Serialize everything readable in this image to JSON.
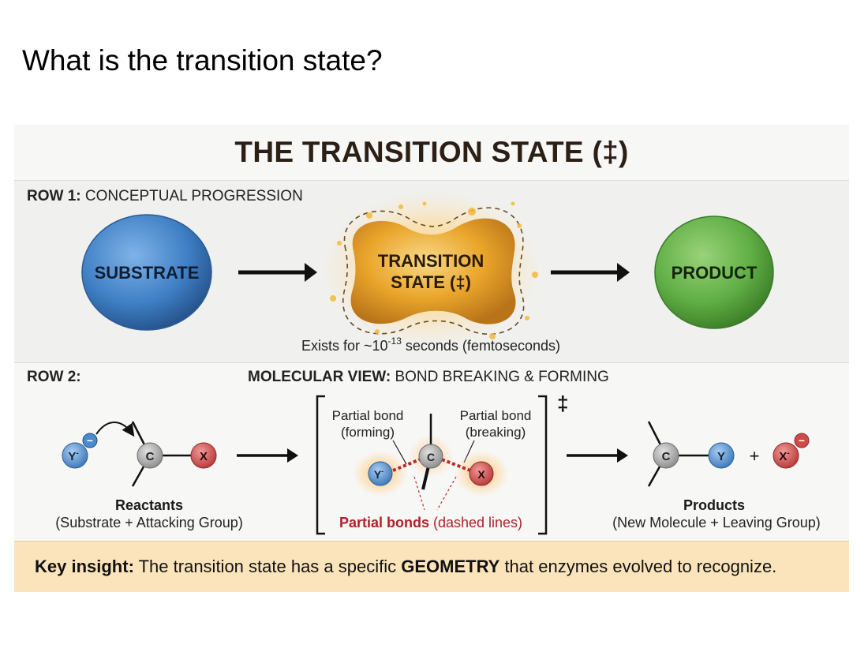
{
  "slide": {
    "title": "What is the transition state?"
  },
  "infographic": {
    "title": "THE TRANSITION STATE (‡)",
    "row1": {
      "label_bold": "ROW 1:",
      "label_rest": "CONCEPTUAL PROGRESSION",
      "substrate": "SUBSTRATE",
      "ts_line1": "TRANSITION",
      "ts_line2": "STATE (‡)",
      "product": "PRODUCT",
      "exists_prefix": "Exists for ~10",
      "exists_exp": "-13",
      "exists_suffix": " seconds (femtoseconds)",
      "colors": {
        "substrate": "#3f7fc4",
        "transition": "#e9a52a",
        "product": "#5fae44"
      }
    },
    "row2": {
      "label": "ROW 2:",
      "heading_bold": "MOLECULAR VIEW:",
      "heading_rest": "BOND BREAKING & FORMING",
      "atoms": {
        "Y": "Y",
        "C": "C",
        "X": "X"
      },
      "ion_sup": "-",
      "minus_badge": "−",
      "plus": "+",
      "double_dagger": "‡",
      "partial_forming_line1": "Partial bond",
      "partial_forming_line2": "(forming)",
      "partial_breaking_line1": "Partial bond",
      "partial_breaking_line2": "(breaking)",
      "partial_bonds_bold": "Partial bonds",
      "partial_bonds_rest": "(dashed lines)",
      "reactants_title": "Reactants",
      "reactants_sub": "(Substrate + Attacking Group)",
      "products_title": "Products",
      "products_sub": "(New Molecule + Leaving Group)",
      "colors": {
        "Y": "#4a8bd0",
        "C": "#a7a7a7",
        "X": "#d04a4a",
        "partial": "#c0262b"
      }
    },
    "key": {
      "prefix_bold": "Key insight:",
      "text_a": " The transition state has a specific ",
      "geometry_bold": "GEOMETRY",
      "text_b": " that enzymes evolved to recognize."
    }
  }
}
